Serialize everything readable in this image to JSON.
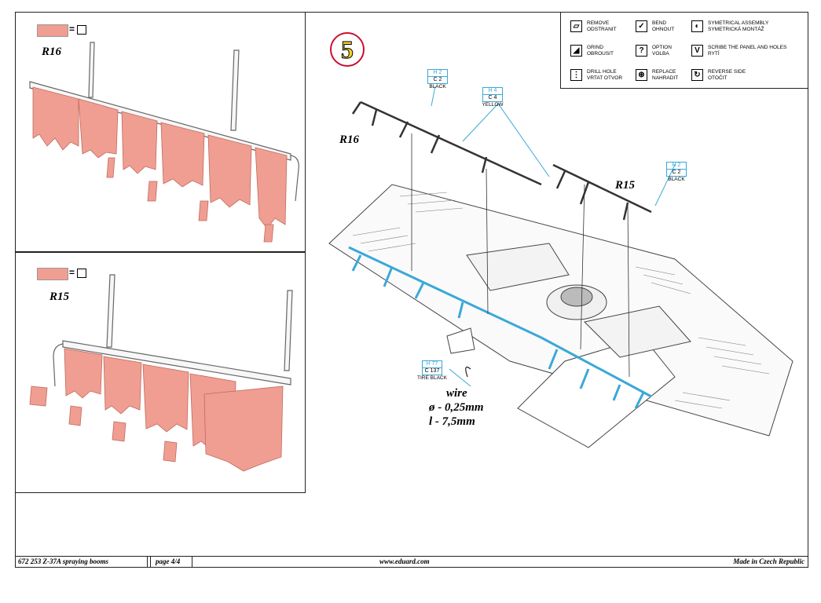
{
  "panels": {
    "top": {
      "part": "R16",
      "legend_equals": "="
    },
    "bottom": {
      "part": "R15",
      "legend_equals": "="
    }
  },
  "step": {
    "number": "5"
  },
  "symbols": [
    {
      "icon": "remove-icon",
      "glyph": "▱",
      "line1": "REMOVE",
      "line2": "ODSTRANIT"
    },
    {
      "icon": "bend-icon",
      "glyph": "✓",
      "line1": "BEND",
      "line2": "OHNOUT"
    },
    {
      "icon": "symmetrical-assembly-icon",
      "glyph": "◐",
      "line1": "SYMETRICAL ASSEMBLY",
      "line2": "SYMETRICKÁ MONTÁŽ"
    },
    {
      "icon": "grind-icon",
      "glyph": "◢",
      "line1": "GRIND",
      "line2": "OBROUSIT"
    },
    {
      "icon": "option-icon",
      "glyph": "?",
      "line1": "OPTION",
      "line2": "VOLBA"
    },
    {
      "icon": "scribe-icon",
      "glyph": "V",
      "line1": "SCRIBE THE PANEL AND HOLES",
      "line2": "RYTÍ"
    },
    {
      "icon": "drill-hole-icon",
      "glyph": "⋮",
      "line1": "DRILL HOLE",
      "line2": "VRTAT OTVOR"
    },
    {
      "icon": "replace-icon",
      "glyph": "⊛",
      "line1": "REPLACE",
      "line2": "NAHRADIT"
    },
    {
      "icon": "reverse-side-icon",
      "glyph": "↻",
      "line1": "REVERSE SIDE",
      "line2": "OTOČIT"
    }
  ],
  "labels": {
    "r16": "R16",
    "r15": "R15"
  },
  "paints": [
    {
      "h": "H 2",
      "c": "C 2",
      "name": "BLACK"
    },
    {
      "h": "H 4",
      "c": "C 4",
      "name": "YELLOW"
    },
    {
      "h": "H 2",
      "c": "C 2",
      "name": "BLACK"
    },
    {
      "h": "H 77",
      "c": "C 137",
      "name": "TIRE BLACK"
    }
  ],
  "wire": {
    "title": "wire",
    "diameter": "ø - 0,25mm",
    "length": "l - 7,5mm"
  },
  "footer": {
    "product": "672 253  Z-37A spraying booms",
    "page": "page 4/4",
    "url": "www.eduard.com",
    "made": "Made in Czech Republic"
  },
  "colors": {
    "photoetch": "#f09e92",
    "blue_part": "#3aa8d8",
    "step_ring": "#c8102e",
    "step_num": "#f2d32b"
  }
}
